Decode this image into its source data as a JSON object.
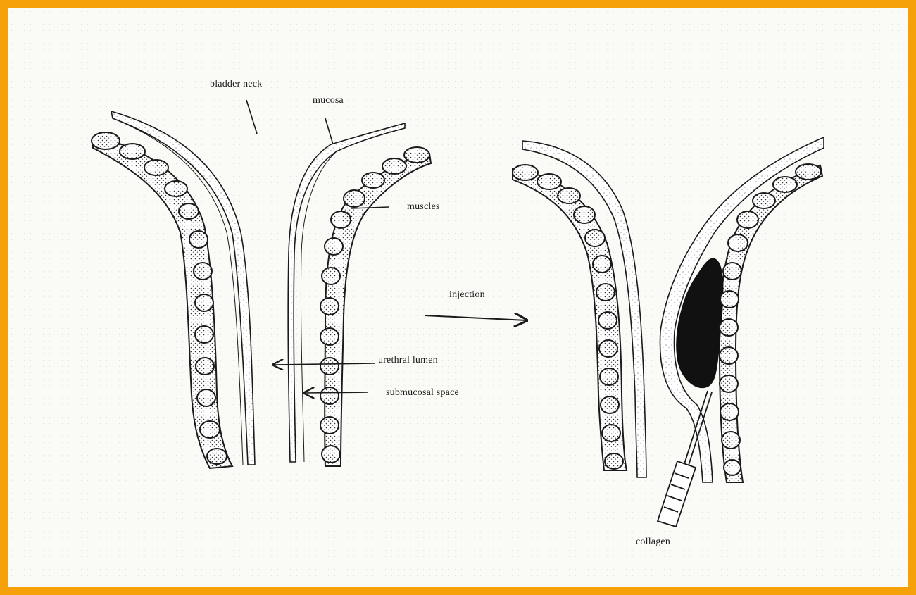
{
  "colors": {
    "frame": "#f7a10a",
    "ink": "#1a1a1a",
    "collagen": "#111111"
  },
  "labels": {
    "bladder_neck": "bladder neck",
    "mucosa": "mucosa",
    "muscles": "muscles",
    "injection": "injection",
    "urethral_lumen": "urethral lumen",
    "submucosal_space": "submucosal space",
    "collagen": "collagen"
  }
}
